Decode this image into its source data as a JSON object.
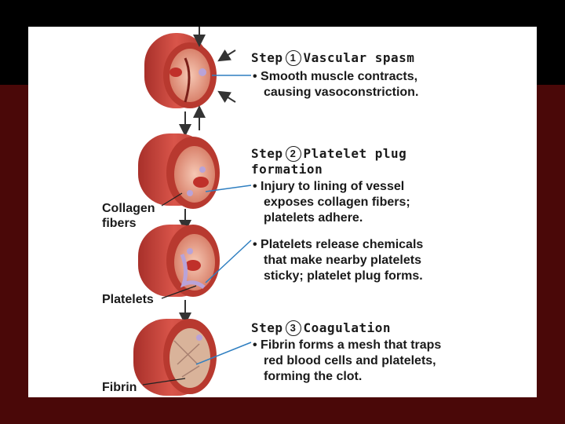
{
  "colors": {
    "background_top": "#000000",
    "background_bottom": "#4a0808",
    "panel": "#ffffff",
    "vessel_outer": "#c9423a",
    "vessel_inner": "#e7a08a",
    "pointer_line": "#2f7fc1"
  },
  "steps": [
    {
      "word": "Step",
      "number": "1",
      "title": "Vascular spasm",
      "bullets": [
        {
          "lines": [
            "• Smooth muscle contracts,",
            "causing vasoconstriction."
          ]
        }
      ]
    },
    {
      "word": "Step",
      "number": "2",
      "title_line1": "Platelet plug",
      "title_line2": "formation",
      "bullets": [
        {
          "lines": [
            "• Injury to lining of vessel",
            "exposes collagen fibers;",
            "platelets adhere."
          ]
        },
        {
          "lines": [
            "• Platelets release chemicals",
            "that make nearby platelets",
            "sticky; platelet plug forms."
          ]
        }
      ]
    },
    {
      "word": "Step",
      "number": "3",
      "title": "Coagulation",
      "bullets": [
        {
          "lines": [
            "• Fibrin forms a mesh that traps",
            "red blood cells and platelets,",
            "forming the clot."
          ]
        }
      ]
    }
  ],
  "labels": {
    "collagen_line1": "Collagen",
    "collagen_line2": "fibers",
    "platelets": "Platelets",
    "fibrin": "Fibrin"
  }
}
